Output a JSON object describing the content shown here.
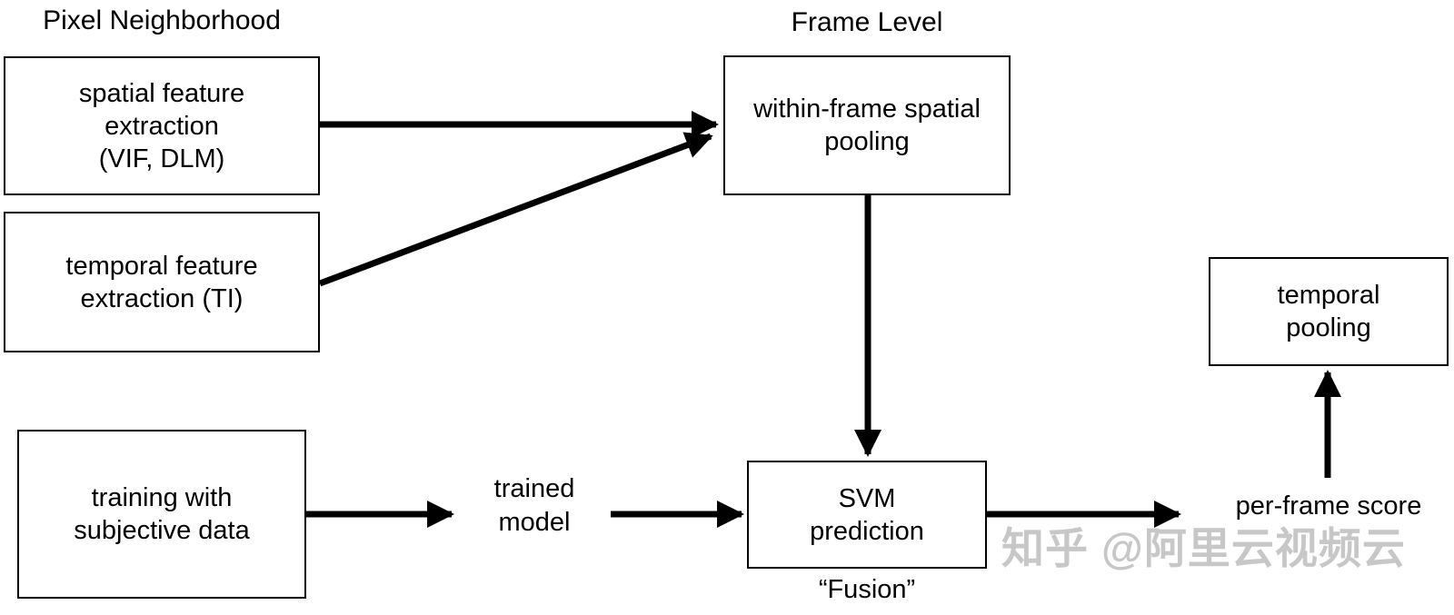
{
  "headings": {
    "pixel_neighborhood": "Pixel Neighborhood",
    "frame_level": "Frame Level"
  },
  "nodes": {
    "spatial_feature": "spatial feature\nextraction\n(VIF, DLM)",
    "temporal_feature": "temporal feature\nextraction (TI)",
    "within_frame_pooling": "within-frame spatial\npooling",
    "temporal_pooling": "temporal\npooling",
    "training": "training with\nsubjective data",
    "svm_prediction": "SVM\nprediction"
  },
  "labels": {
    "trained_model": "trained\nmodel",
    "per_frame_score": "per-frame score",
    "fusion": "“Fusion”"
  },
  "watermark": {
    "text": "知乎 @阿里云视频云",
    "color": "#c7c7c7"
  },
  "colors": {
    "background": "#ffffff",
    "box_border": "#000000",
    "arrow": "#000000",
    "text": "#000000"
  },
  "edges": [
    {
      "from": "spatial_feature",
      "to": "within_frame_pooling"
    },
    {
      "from": "temporal_feature",
      "to": "within_frame_pooling"
    },
    {
      "from": "within_frame_pooling",
      "to": "svm_prediction"
    },
    {
      "from": "training",
      "to": "trained_model"
    },
    {
      "from": "trained_model",
      "to": "svm_prediction"
    },
    {
      "from": "svm_prediction",
      "to": "per_frame_score"
    },
    {
      "from": "per_frame_score",
      "to": "temporal_pooling"
    }
  ]
}
